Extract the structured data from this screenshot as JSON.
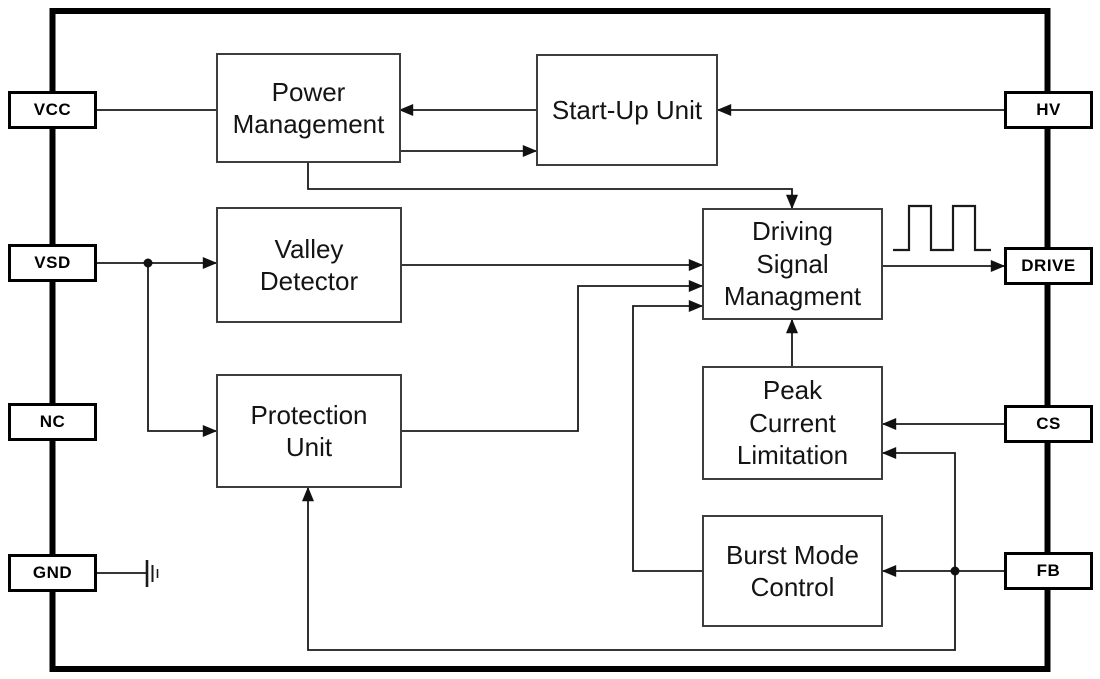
{
  "diagram": {
    "blocks": {
      "power_management": {
        "label": [
          "Power",
          "Management"
        ]
      },
      "startup_unit": {
        "label": [
          "Start-Up Unit"
        ]
      },
      "valley_detector": {
        "label": [
          "Valley",
          "Detector"
        ]
      },
      "protection_unit": {
        "label": [
          "Protection",
          "Unit"
        ]
      },
      "driving_signal_management": {
        "label": [
          "Driving",
          "Signal",
          "Managment"
        ]
      },
      "peak_current_limitation": {
        "label": [
          "Peak",
          "Current",
          "Limitation"
        ]
      },
      "burst_mode_control": {
        "label": [
          "Burst Mode",
          "Control"
        ]
      }
    },
    "pins": {
      "vcc": {
        "label": "VCC",
        "side": "left"
      },
      "vsd": {
        "label": "VSD",
        "side": "left"
      },
      "nc": {
        "label": "NC",
        "side": "left"
      },
      "gnd": {
        "label": "GND",
        "side": "left"
      },
      "hv": {
        "label": "HV",
        "side": "right"
      },
      "drive": {
        "label": "DRIVE",
        "side": "right"
      },
      "cs": {
        "label": "CS",
        "side": "right"
      },
      "fb": {
        "label": "FB",
        "side": "right"
      }
    },
    "symbols": {
      "ground": "ground-icon",
      "pulse": "pulse-waveform-icon"
    },
    "colors": {
      "wire": "#1a1a1a",
      "frame": "#000000",
      "block_border": "#3d3d3d",
      "background": "#ffffff"
    }
  }
}
